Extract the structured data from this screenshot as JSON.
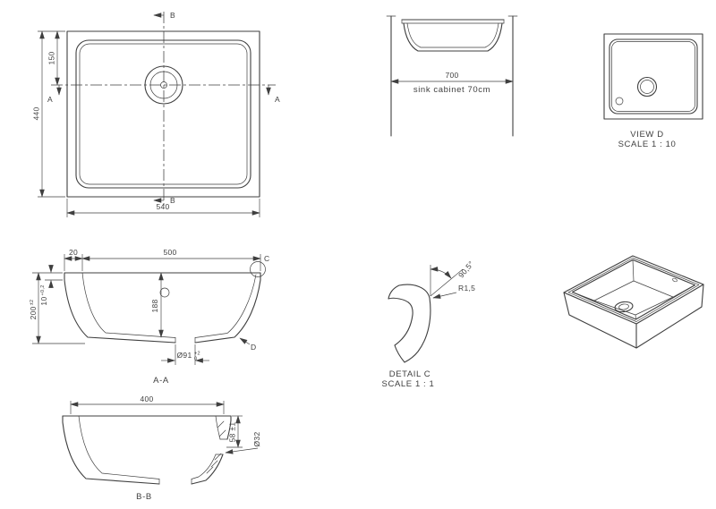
{
  "sheet": {
    "background": "#ffffff",
    "line_color": "#3f3f3f"
  },
  "plan_view": {
    "dim_depth": "440",
    "dim_drain_offset": "150",
    "dim_width": "540",
    "section_label_a": "A",
    "section_label_b": "B"
  },
  "cabinet_view": {
    "dim_width": "700",
    "caption": "sink cabinet 70cm"
  },
  "view_d": {
    "title": "VIEW D",
    "scale": "SCALE 1 : 10"
  },
  "section_aa": {
    "caption": "A-A",
    "dim_flange_width": "20",
    "dim_opening_width": "500",
    "dim_rim_thickness": "10",
    "rim_tolerance": "+0,2",
    "dim_overall_depth": "200",
    "depth_tolerance": "±2",
    "dim_bowl_depth": "188",
    "dim_drain_diameter": "Ø91",
    "drain_tol_upper": "+2",
    "drain_tol_lower": "0",
    "detail_ref_c": "C",
    "detail_ref_d": "D"
  },
  "detail_c": {
    "title": "DETAIL C",
    "scale": "SCALE 1 : 1",
    "dim_radius": "R1,5",
    "dim_angle": "90,5°"
  },
  "section_bb": {
    "caption": "B-B",
    "dim_bottom_width": "400",
    "dim_overflow_depth": "58 ±1",
    "dim_overflow_diameter": "Ø32"
  }
}
